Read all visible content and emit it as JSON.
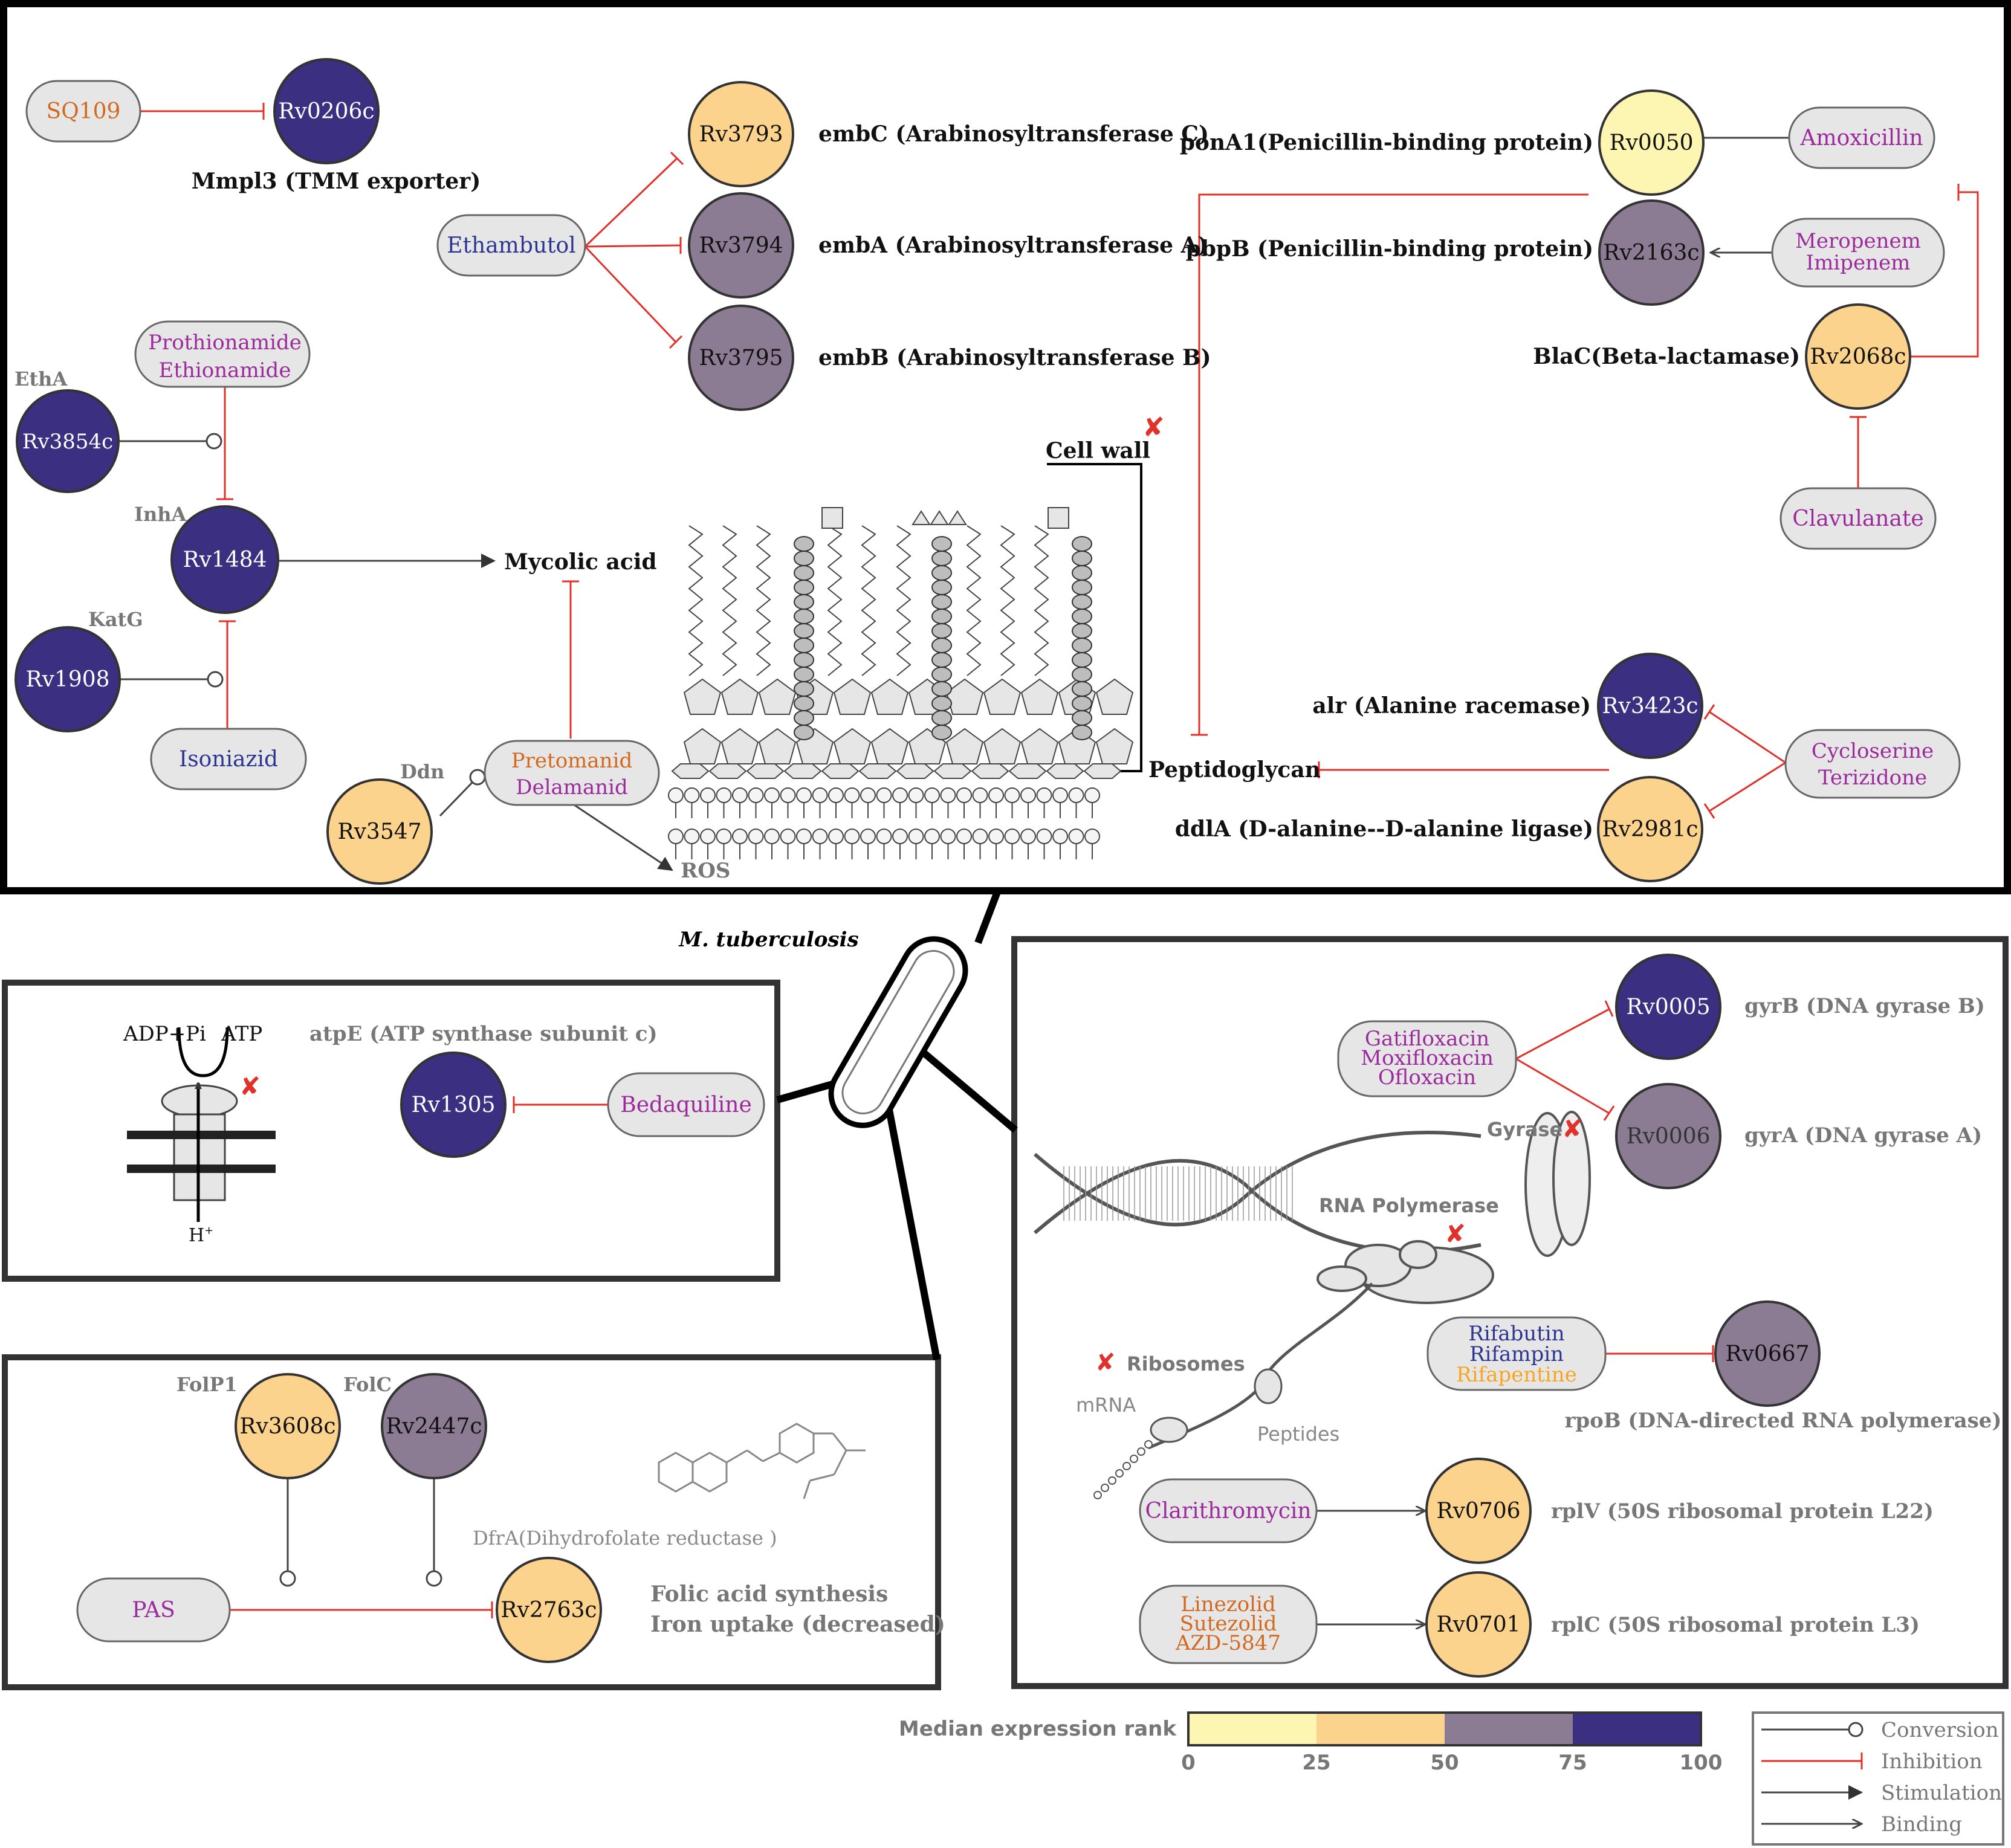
{
  "colors": {
    "yellow": "#fdf6b2",
    "orange": "#fcd38c",
    "mauve": "#8b7b93",
    "navy": "#3a2f80",
    "inhibit": "#e0312a",
    "drug_orange": "#d2691e",
    "drug_purple": "#9b2a9b",
    "drug_navy": "#2c3590",
    "rifapentine": "#f5a623",
    "gray_text": "#808080",
    "line": "#444444"
  },
  "panels": {
    "organism_label": "M. tuberculosis"
  },
  "nodes": {
    "rv0206c": {
      "id": "Rv0206c",
      "gene": "Mmpl3 (TMM exporter)"
    },
    "rv3793": {
      "id": "Rv3793",
      "gene": "embC (Arabinosyltransferase C)"
    },
    "rv3794": {
      "id": "Rv3794",
      "gene": "embA (Arabinosyltransferase A)"
    },
    "rv3795": {
      "id": "Rv3795",
      "gene": "embB (Arabinosyltransferase B)"
    },
    "rv3854c": {
      "id": "Rv3854c",
      "gene": "EthA"
    },
    "rv1484": {
      "id": "Rv1484",
      "gene": "InhA"
    },
    "rv1908": {
      "id": "Rv1908",
      "gene": "KatG"
    },
    "rv3547": {
      "id": "Rv3547",
      "gene": "Ddn"
    },
    "rv0050": {
      "id": "Rv0050",
      "gene": "ponA1(Penicillin-binding protein)"
    },
    "rv2163c": {
      "id": "Rv2163c",
      "gene": "pbpB (Penicillin-binding protein)"
    },
    "rv2068c": {
      "id": "Rv2068c",
      "gene": "BlaC(Beta-lactamase)"
    },
    "rv3423c": {
      "id": "Rv3423c",
      "gene": "alr (Alanine racemase)"
    },
    "rv2981c": {
      "id": "Rv2981c",
      "gene": "ddlA (D-alanine--D-alanine ligase)"
    },
    "rv1305": {
      "id": "Rv1305",
      "gene": "atpE (ATP synthase subunit c)"
    },
    "rv3608c": {
      "id": "Rv3608c",
      "gene": "FolP1"
    },
    "rv2447c": {
      "id": "Rv2447c",
      "gene": "FolC"
    },
    "rv2763c": {
      "id": "Rv2763c",
      "gene": "DfrA(Dihydrofolate reductase )"
    },
    "rv0005": {
      "id": "Rv0005",
      "gene": "gyrB (DNA gyrase B)"
    },
    "rv0006": {
      "id": "Rv0006",
      "gene": "gyrA (DNA gyrase A)"
    },
    "rv0667": {
      "id": "Rv0667",
      "gene": "rpoB (DNA-directed RNA polymerase)"
    },
    "rv0706": {
      "id": "Rv0706",
      "gene": "rplV (50S ribosomal protein L22)"
    },
    "rv0701": {
      "id": "Rv0701",
      "gene": "rplC (50S ribosomal protein L3)"
    }
  },
  "drugs": {
    "sq109": "SQ109",
    "ethambutol": "Ethambutol",
    "prothionamide": "Prothionamide",
    "ethionamide": "Ethionamide",
    "isoniazid": "Isoniazid",
    "pretomanid": "Pretomanid",
    "delamanid": "Delamanid",
    "amoxicillin": "Amoxicillin",
    "meropenem": "Meropenem",
    "imipenem": "Imipenem",
    "clavulanate": "Clavulanate",
    "cycloserine": "Cycloserine",
    "terizidone": "Terizidone",
    "bedaquiline": "Bedaquiline",
    "pas": "PAS",
    "gatifloxacin": "Gatifloxacin",
    "moxifloxacin": "Moxifloxacin",
    "ofloxacin": "Ofloxacin",
    "rifabutin": "Rifabutin",
    "rifampin": "Rifampin",
    "rifapentine": "Rifapentine",
    "clarithromycin": "Clarithromycin",
    "linezolid": "Linezolid",
    "sutezolid": "Sutezolid",
    "azd5847": "AZD-5847"
  },
  "labels": {
    "mycolic_acid": "Mycolic acid",
    "cell_wall": "Cell wall",
    "peptidoglycan": "Peptidoglycan",
    "ros": "ROS",
    "adp": "ADP+Pi",
    "atp": "ATP",
    "hplus": "H",
    "hplus_sup": "+",
    "gyrase": "Gyrase",
    "rna_polymerase": "RNA Polymerase",
    "ribosomes": "Ribosomes",
    "mrna": "mRNA",
    "peptides": "Peptides",
    "folic_acid": "Folic acid synthesis",
    "iron_uptake": "Iron uptake (decreased)",
    "mark": "✘"
  },
  "legend": {
    "colorbar_title": "Median expression rank",
    "ticks": [
      "0",
      "25",
      "50",
      "75",
      "100"
    ],
    "conversion": "Conversion",
    "inhibition": "Inhibition",
    "stimulation": "Stimulation",
    "binding": "Binding"
  }
}
